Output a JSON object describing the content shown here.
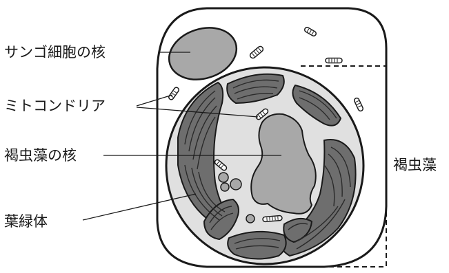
{
  "labels": {
    "coral_nucleus": "サンゴ細胞の核",
    "mitochondria": "ミトコンドリア",
    "zoox_nucleus": "褐虫藻の核",
    "chloroplast": "葉緑体",
    "zooxanthella": "褐虫藻"
  },
  "colors": {
    "outline": "#1a1a1a",
    "nucleus_fill": "#a8a8a8",
    "algal_cytoplasm": "#e0e0e0",
    "chloroplast_fill": "#6e6e6e",
    "thylakoid_line": "#2a2a2a",
    "cell_fill": "#ffffff"
  }
}
